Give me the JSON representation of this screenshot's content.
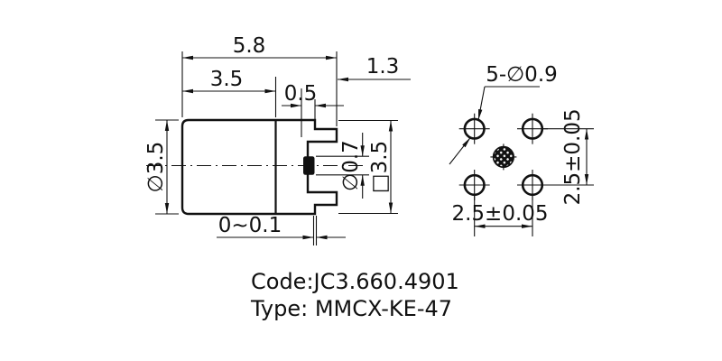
{
  "side_view": {
    "dim_width_total": "5.8",
    "dim_width_body": "3.5",
    "dim_tab_offset": "0.5",
    "dim_tail": "1.3",
    "dim_body_diameter": "∅3.5",
    "dim_pin_diameter": "∅0.7",
    "dim_square_size": "□3.5",
    "dim_flushness": "0~0.1"
  },
  "pad_view": {
    "dim_holes": "5-∅0.9",
    "dim_pitch_horizontal": "2.5±0.05",
    "dim_pitch_vertical": "2.5±0.05"
  },
  "footer": {
    "code_line": "Code:JC3.660.4901",
    "type_line": "Type: MMCX-KE-47"
  },
  "colors": {
    "line": "#111111",
    "background": "#ffffff"
  }
}
